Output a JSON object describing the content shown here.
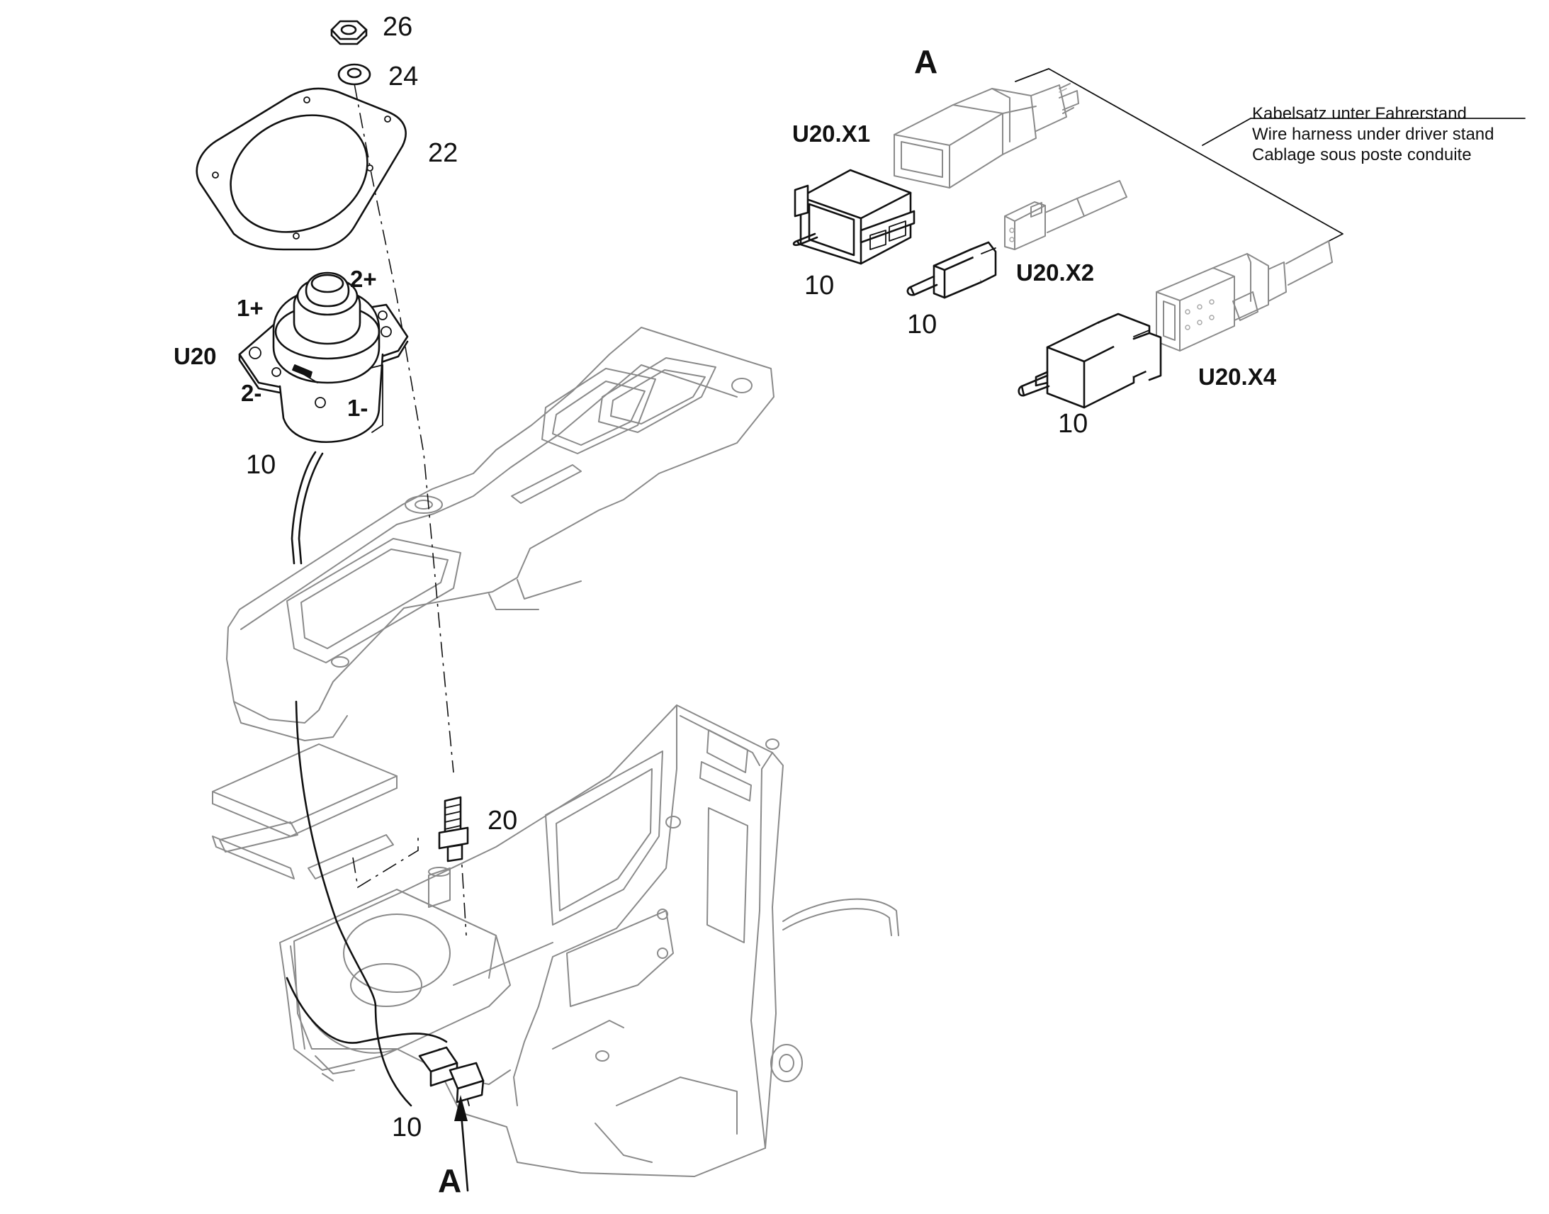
{
  "callouts": {
    "nut": "26",
    "washer": "24",
    "plate": "22",
    "sensor": "10",
    "stud": "20",
    "harness_bottom": "10",
    "x1_part": "10",
    "x2_part": "10",
    "x4_part": "10"
  },
  "component": {
    "id": "U20",
    "terminals": {
      "p1": "1+",
      "p2": "2+",
      "m1": "1-",
      "m2": "2-"
    }
  },
  "connectors": {
    "x1": "U20.X1",
    "x2": "U20.X2",
    "x4": "U20.X4"
  },
  "view": {
    "label": "A",
    "arrow_label": "A"
  },
  "harness": {
    "de": "Kabelsatz unter Fahrerstand",
    "en": "Wire harness under driver stand",
    "fr": "Cablage sous poste conduite"
  }
}
